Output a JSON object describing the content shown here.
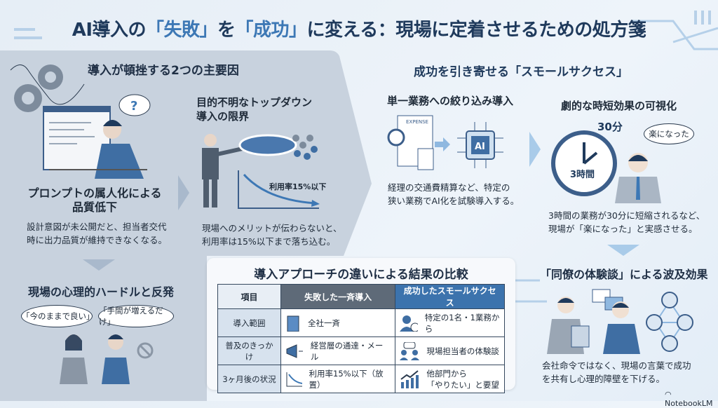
{
  "title": {
    "prefix": "AI導入の",
    "fail": "「失敗」",
    "mid": "を",
    "success": "「成功」",
    "suffix": "に変える：現場に定着させるための処方箋"
  },
  "left": {
    "heading": "導入が頓挫する2つの主要因",
    "cause1": {
      "title_l1": "プロンプトの属人化による",
      "title_l2": "品質低下",
      "desc_l1": "設計意図が未公開だと、担当者交代",
      "desc_l2": "時に出力品質が維持できなくなる。"
    },
    "cause2": {
      "title_l1": "目的不明なトップダウン",
      "title_l2": "導入の限界",
      "chart_label": "利用率15%以下",
      "desc_l1": "現場へのメリットが伝わらないと、",
      "desc_l2": "利用率は15%以下まで落ち込む。"
    },
    "hurdle": {
      "title": "現場の心理的ハードルと反発",
      "quote1": "「今のままで良い」",
      "quote2": "「手間が増えるだけ」"
    }
  },
  "right": {
    "heading": "成功を引き寄せる「スモールサクセス」",
    "step1": {
      "title": "単一業務への絞り込み導入",
      "doc_label": "EXPENSE",
      "chip_label": "AI",
      "desc_l1": "経理の交通費精算など、特定の",
      "desc_l2": "狭い業務でAI化を試験導入する。"
    },
    "step2": {
      "title": "劇的な時短効果の可視化",
      "after": "30分",
      "before": "3時間",
      "bubble": "楽になった",
      "desc_l1": "3時間の業務が30分に短縮されるなど、",
      "desc_l2": "現場が「楽になった」と実感させる。"
    },
    "step3": {
      "title": "「同僚の体験談」による波及効果",
      "desc_l1": "会社命令ではなく、現場の言葉で成功",
      "desc_l2": "を共有し心理的障壁を下げる。"
    }
  },
  "table": {
    "title": "導入アプローチの違いによる結果の比較",
    "headers": [
      "項目",
      "失敗した一斉導入",
      "成功したスモールサクセス"
    ],
    "rows": [
      {
        "item": "導入範囲",
        "fail": "全社一斉",
        "success": "特定の1名・1業務から"
      },
      {
        "item": "普及のきっかけ",
        "fail": "経営層の通達・メール",
        "success": "現場担当者の体験談"
      },
      {
        "item": "3ヶ月後の状況",
        "fail": "利用率15%以下（放置）",
        "success_l1": "他部門から",
        "success_l2": "「やりたい」と要望"
      }
    ]
  },
  "footer": {
    "brand": "NotebookLM"
  },
  "colors": {
    "navy": "#1f3a5c",
    "accent": "#3d78b5",
    "panel": "#c8d2de"
  }
}
